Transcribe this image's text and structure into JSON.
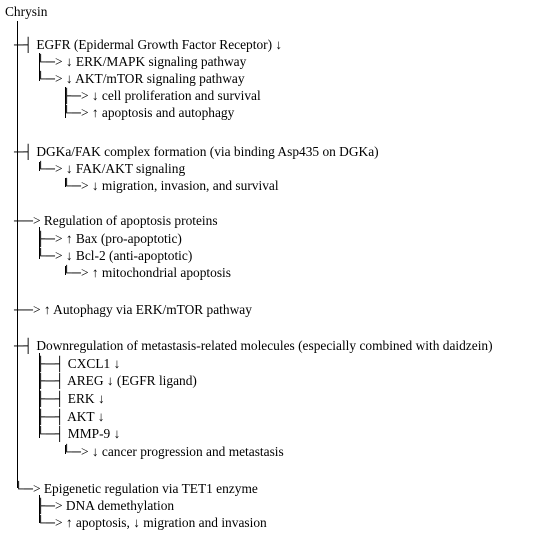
{
  "root": "Chrysin",
  "branches": [
    {
      "label": "─┤ EGFR (Epidermal Growth Factor Receptor) ↓",
      "children": [
        {
          "label": "└─> ↓ ERK/MAPK signaling pathway"
        },
        {
          "label": "└─> ↓ AKT/mTOR signaling pathway",
          "children": [
            {
              "label": "├─> ↓ cell proliferation and survival"
            },
            {
              "label": "└─> ↑ apoptosis and autophagy"
            }
          ]
        }
      ]
    },
    {
      "label": "─┤ DGKa/FAK complex formation (via binding Asp435 on DGKa)",
      "children": [
        {
          "label": "└─> ↓ FAK/AKT signaling",
          "children": [
            {
              "label": "└─> ↓ migration, invasion, and survival"
            }
          ]
        }
      ]
    },
    {
      "label": "──> Regulation of apoptosis proteins",
      "children": [
        {
          "label": "├─> ↑ Bax (pro-apoptotic)"
        },
        {
          "label": "└─> ↓ Bcl-2 (anti-apoptotic)",
          "children": [
            {
              "label": "└─> ↑ mitochondrial apoptosis"
            }
          ]
        }
      ]
    },
    {
      "label": "──> ↑ Autophagy via ERK/mTOR pathway"
    },
    {
      "label": "─┤ Downregulation of metastasis-related molecules (especially combined with daidzein)",
      "children": [
        {
          "label": "├─┤ CXCL1 ↓"
        },
        {
          "label": "├─┤ AREG ↓ (EGFR ligand)"
        },
        {
          "label": "├─┤ ERK ↓"
        },
        {
          "label": "├─┤ AKT ↓"
        },
        {
          "label": "└─┤ MMP-9 ↓",
          "children": [
            {
              "label": "└─> ↓ cancer progression and metastasis"
            }
          ]
        }
      ]
    },
    {
      "label": "└─> Epigenetic regulation via TET1 enzyme",
      "children": [
        {
          "label": "├─> DNA demethylation"
        },
        {
          "label": "└─> ↑ apoptosis, ↓ migration and invasion"
        }
      ]
    }
  ]
}
